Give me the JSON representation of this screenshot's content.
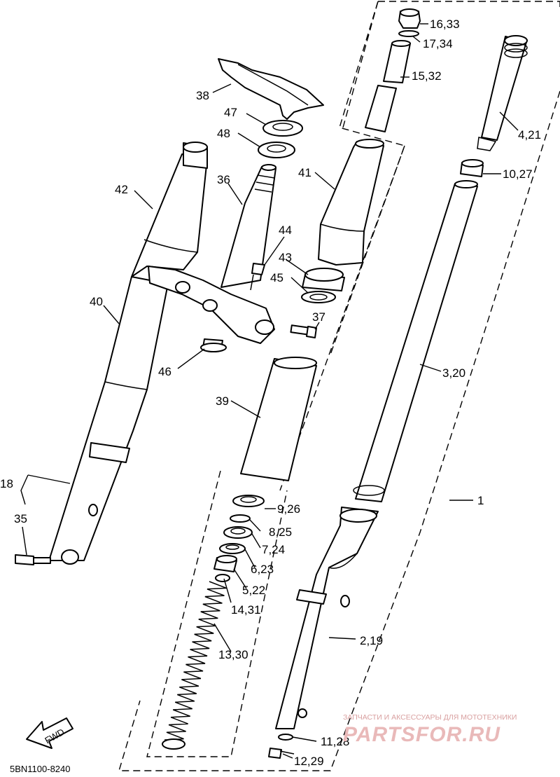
{
  "diagram_code": "5BN1100-8240",
  "fwd_label": "FWD",
  "watermark": {
    "tagline": "ЗАПЧАСТИ И АКСЕССУАРЫ ДЛЯ МОТОТЕХНИКИ",
    "brand": "PARTSFOR.RU"
  },
  "labels": {
    "p16_33": "16,33",
    "p17_34": "17,34",
    "p15_32": "15,32",
    "p4_21": "4,21",
    "p10_27": "10,27",
    "p38": "38",
    "p47": "47",
    "p48": "48",
    "p41": "41",
    "p42": "42",
    "p36": "36",
    "p44": "44",
    "p43": "43",
    "p45": "45",
    "p40": "40",
    "p37": "37",
    "p3_20": "3,20",
    "p46": "46",
    "p39": "39",
    "p18": "18",
    "p35": "35",
    "p1": "1",
    "p9_26": "9,26",
    "p8_25": "8,25",
    "p7_24": "7,24",
    "p6_23": "6,23",
    "p5_22": "5,22",
    "p14_31": "14,31",
    "p13_30": "13,30",
    "p2_19": "2,19",
    "p11_28": "11,28",
    "p12_29": "12,29"
  }
}
